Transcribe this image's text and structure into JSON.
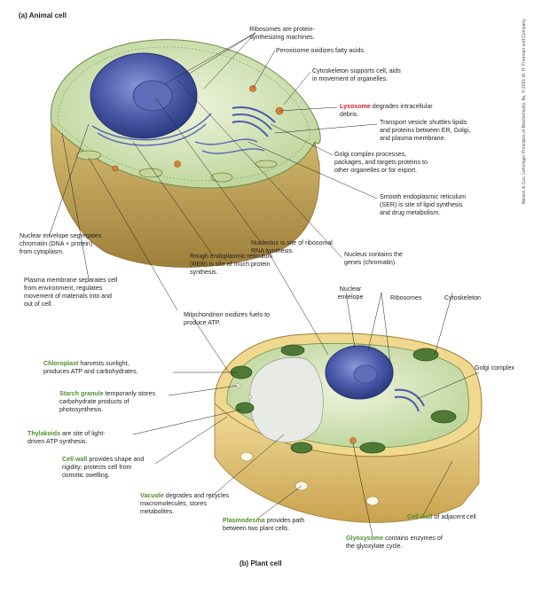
{
  "animal": {
    "title": "(a) Animal cell",
    "ribosomes": "Ribosomes are protein-\nsynthesizing machines.",
    "peroxisome": "Peroxisome oxidizes fatty acids.",
    "cytoskeleton": "Cytoskeleton supports cell, aids\nin movement of organelles.",
    "lysosome_term": "Lysosome",
    "lysosome_rest": " degrades intracellular\ndebris.",
    "vesicle": "Transport vesicle shuttles lipids\nand proteins between ER, Golgi,\nand plasma membrane.",
    "golgi": "Golgi complex processes,\npackages, and targets proteins to\nother organelles or for export.",
    "ser": "Smooth endoplasmic reticulum\n(SER) is site of lipid synthesis\nand drug metabolism.",
    "nuclear_envelope": "Nuclear envelope segregates\nchromatin (DNA + protein)\nfrom cytoplasm.",
    "nucleolus": "Nucleolus is site of ribosomal\nRNA synthesis.",
    "nucleus": "Nucleus contains the\ngenes (chromatin).",
    "rer": "Rough endoplasmic reticulum\n(RER) is site of much protein\nsynthesis.",
    "plasma_membrane": "Plasma membrane separates cell\nfrom environment, regulates\nmovement of materials into and\nout of cell.",
    "mitochondrion": "Mitochondrion oxidizes fuels to\nproduce ATP."
  },
  "plant": {
    "title": "(b) Plant cell",
    "nuclear_envelope": "Nuclear\nenvelope",
    "ribosomes": "Ribosomes",
    "cytoskeleton": "Cytoskeleton",
    "golgi": "Golgi complex",
    "chloroplast_term": "Chloroplast",
    "chloroplast_rest": " harvests sunlight,\nproduces ATP and carbohydrates.",
    "starch_term": "Starch granule",
    "starch_rest": " temporarily stores\ncarbohydrate products of\nphotosynthesis.",
    "thylakoids_term": "Thylakoids",
    "thylakoids_rest": " are site of light-\ndriven ATP synthesis.",
    "cellwall_term": "Cell wall",
    "cellwall_rest": " provides shape and\nrigidity; protects cell from\nosmotic swelling.",
    "vacuole_term": "Vacuole",
    "vacuole_rest": " degrades and recycles\nmacromolecules, stores\nmetabolites.",
    "plasmodesma_term": "Plasmodesma",
    "plasmodesma_rest": " provides path\nbetween two plant cells.",
    "adjacent_term": "Cell wall",
    "adjacent_rest": " of adjacent cell",
    "glyoxysome_term": "Glyoxysome",
    "glyoxysome_rest": " contains enzymes of\nthe glyoxylate cycle."
  },
  "credit": "Nelson & Cox, Lehninger Principles of Biochemistry, 8e, © 2021 W. H. Freeman and Company",
  "colors": {
    "nucleus": "#4a5aa8",
    "cytoplasm": "#cfe0b0",
    "cell_base": "#c9a95a",
    "cell_wall": "#e8c97a",
    "chloroplast": "#4e7a36",
    "vacuole": "#e6e9e2",
    "highlight_green": "#4f8f2c",
    "highlight_red": "#d4212a"
  }
}
